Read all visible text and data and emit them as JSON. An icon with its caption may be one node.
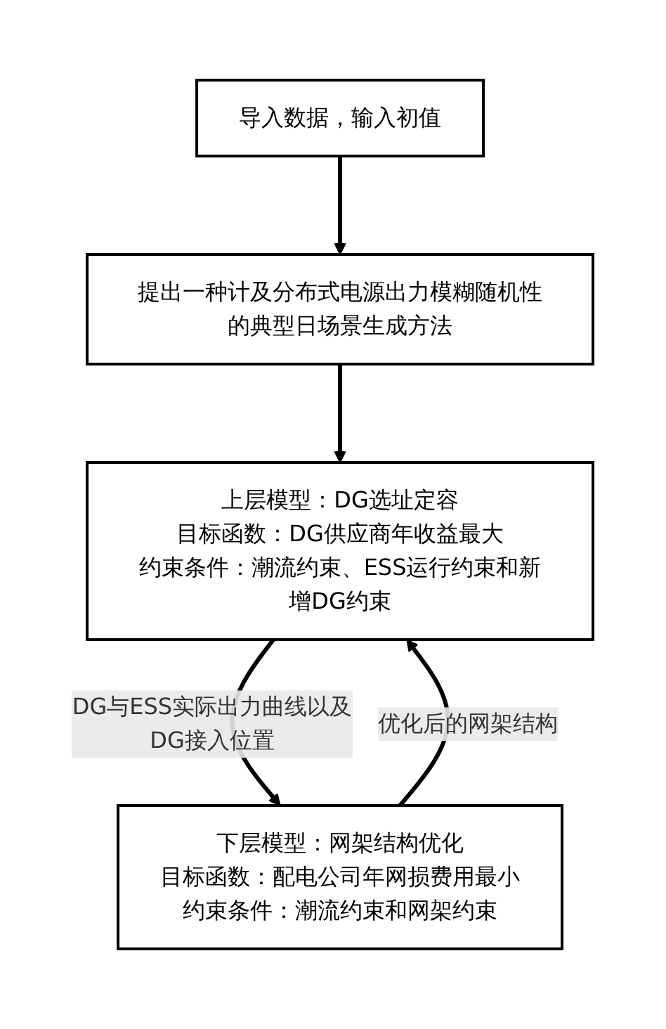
{
  "diagram": {
    "nodes": [
      {
        "text": [
          "导入数据，输入初值"
        ]
      },
      {
        "text": [
          "提出一种计及分布式电源出力模糊随机性的典型日场景生成方法"
        ]
      },
      {
        "text": [
          "上层模型：DG选址定容",
          "目标函数：DG供应商年收益最大",
          "约束条件：潮流约束、ESS运行约束和新增DG约束"
        ]
      },
      {
        "text": [
          "下层模型：网架结构优化",
          "目标函数：配电公司年网损费用最小",
          "约束条件：潮流约束和网架约束"
        ]
      }
    ],
    "edges": [
      {
        "from": 0,
        "to": 1,
        "arrow": "to"
      },
      {
        "from": 1,
        "to": 2,
        "arrow": "to"
      },
      {
        "from": 2,
        "to": 3,
        "arrow": "to",
        "label": "DG与ESS实际出力曲线以及DG接入位置"
      },
      {
        "from": 3,
        "to": 2,
        "arrow": "to",
        "label": "优化后的网架结构"
      }
    ]
  }
}
